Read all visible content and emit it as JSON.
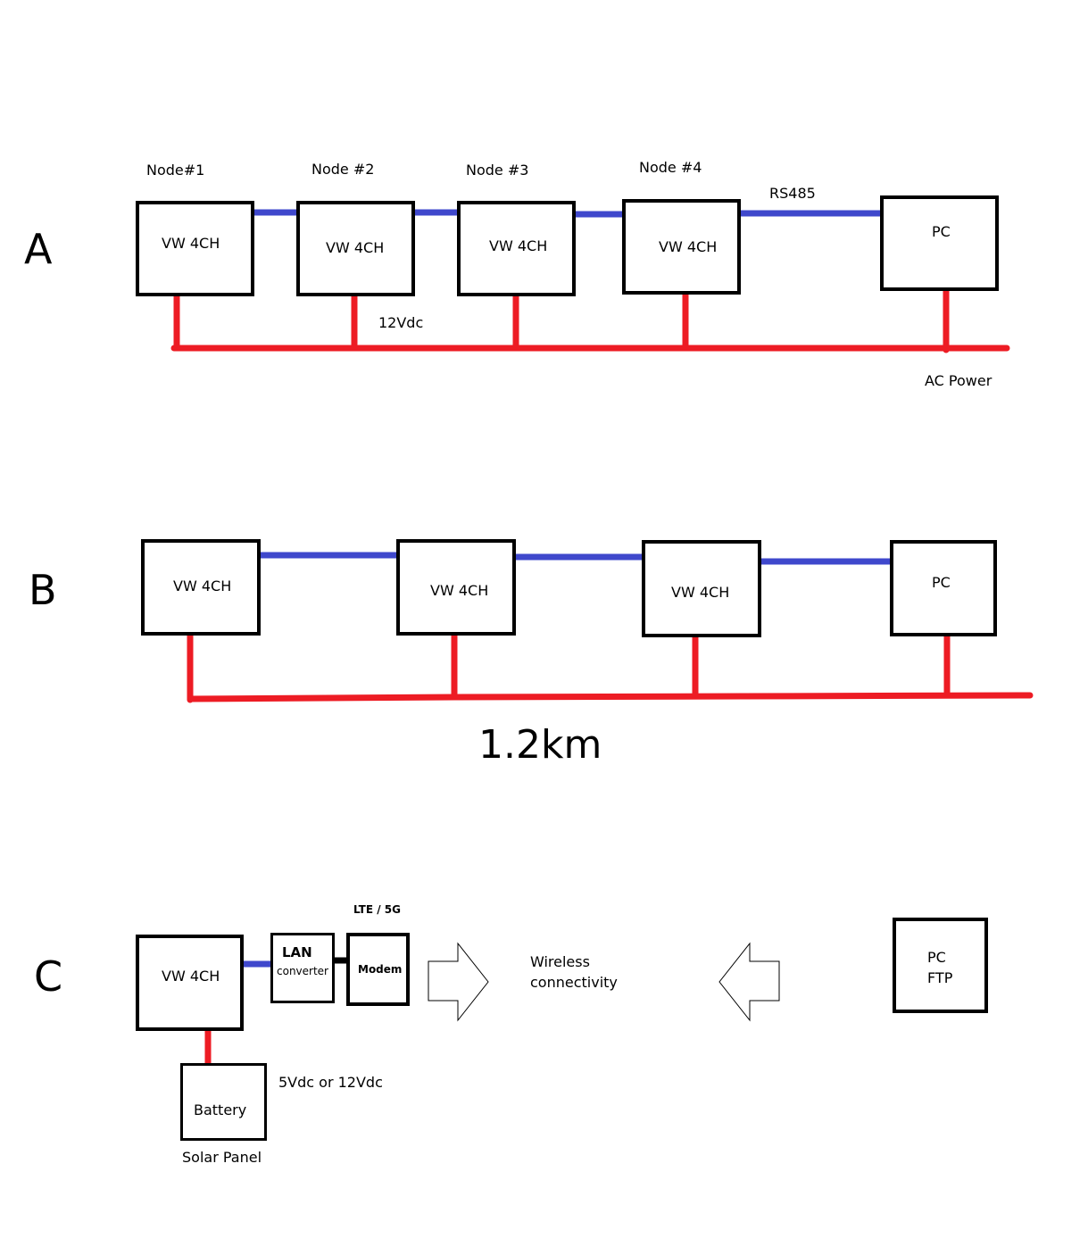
{
  "sections": {
    "a": {
      "letter": "A",
      "nodes": [
        "Node#1",
        "Node #2",
        "Node #3",
        "Node #4"
      ],
      "device": "VW 4CH",
      "pc": "PC",
      "bus_label": "RS485",
      "power_label": "12Vdc",
      "ac_label": "AC Power"
    },
    "b": {
      "letter": "B",
      "device": "VW 4CH",
      "pc": "PC",
      "distance": "1.2km"
    },
    "c": {
      "letter": "C",
      "device": "VW 4CH",
      "lan_line1": "LAN",
      "lan_line2": "converter",
      "modem": "Modem",
      "network": "LTE / 5G",
      "wireless_line1": "Wireless",
      "wireless_line2": "connectivity",
      "pc_line1": "PC",
      "pc_line2": "FTP",
      "battery": "Battery",
      "voltage": "5Vdc or 12Vdc",
      "solar": "Solar Panel"
    }
  },
  "colors": {
    "data_line": "#3f48cc",
    "power_line": "#ed1c24",
    "box_border": "#000000"
  }
}
